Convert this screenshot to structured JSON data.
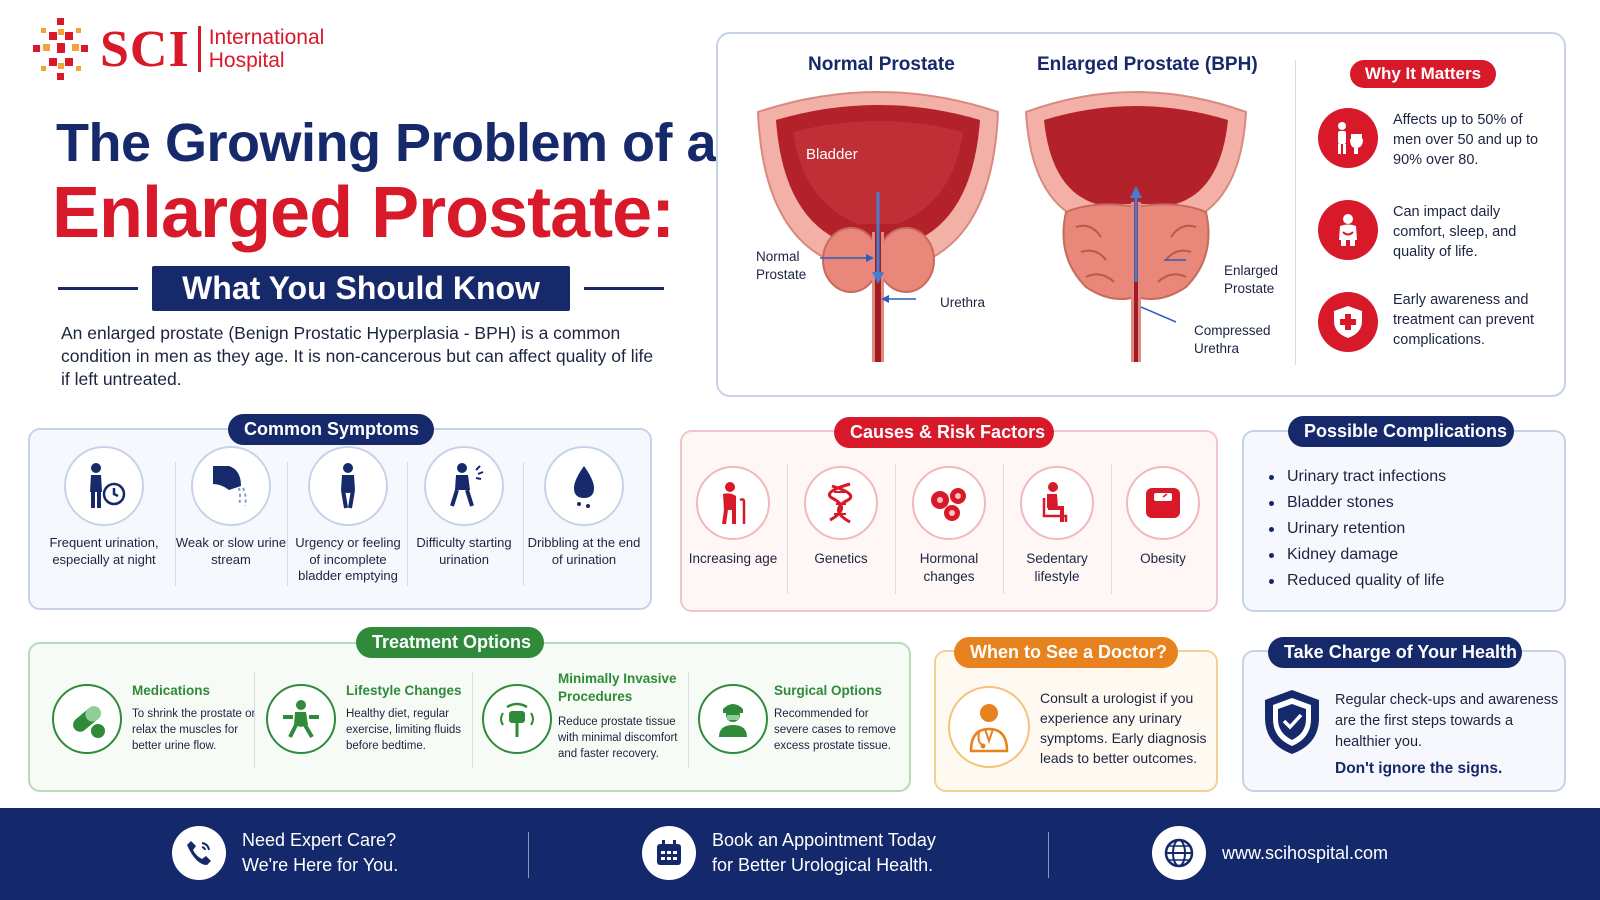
{
  "logo": {
    "brand": "SCI",
    "name_line1": "International",
    "name_line2": "Hospital"
  },
  "hero": {
    "title_line1": "The Growing Problem of an",
    "title_line2": "Enlarged Prostate:",
    "subtitle": "What You Should Know",
    "intro": "An enlarged prostate (Benign Prostatic Hyperplasia - BPH) is a common condition in men as they age. It is non-cancerous but can affect quality of life if left untreated."
  },
  "anatomy": {
    "normal": {
      "title": "Normal Prostate",
      "bladder": "Bladder",
      "prostate": [
        "Normal",
        "Prostate"
      ],
      "urethra": "Urethra"
    },
    "enlarged": {
      "title": "Enlarged Prostate (BPH)",
      "prostate": [
        "Enlarged",
        "Prostate"
      ],
      "urethra": [
        "Compressed",
        "Urethra"
      ]
    }
  },
  "why": {
    "title": "Why It Matters",
    "items": [
      {
        "icon": "toilet-person-icon",
        "text": "Affects up to 50% of men over 50 and up to 90% over 80."
      },
      {
        "icon": "discomfort-person-icon",
        "text": "Can impact daily comfort, sleep, and quality of life."
      },
      {
        "icon": "medical-shield-icon",
        "text": "Early awareness and treatment can prevent complications."
      }
    ]
  },
  "symptoms": {
    "title": "Common Symptoms",
    "items": [
      {
        "icon": "person-clock-icon",
        "text": "Frequent urination, especially at night"
      },
      {
        "icon": "weak-stream-icon",
        "text": "Weak or slow urine stream"
      },
      {
        "icon": "urgency-person-icon",
        "text": "Urgency or feeling of incomplete bladder emptying"
      },
      {
        "icon": "difficulty-person-icon",
        "text": "Difficulty starting urination"
      },
      {
        "icon": "droplet-icon",
        "text": "Dribbling at the end of urination"
      }
    ]
  },
  "causes": {
    "title": "Causes & Risk Factors",
    "items": [
      {
        "icon": "elderly-person-icon",
        "text": "Increasing age"
      },
      {
        "icon": "dna-icon",
        "text": "Genetics"
      },
      {
        "icon": "hormone-cells-icon",
        "text": "Hormonal changes"
      },
      {
        "icon": "sitting-person-icon",
        "text": "Sedentary lifestyle"
      },
      {
        "icon": "scale-icon",
        "text": "Obesity"
      }
    ]
  },
  "complications": {
    "title": "Possible Complications",
    "items": [
      "Urinary tract infections",
      "Bladder stones",
      "Urinary retention",
      "Kidney damage",
      "Reduced quality of life"
    ]
  },
  "treatment": {
    "title": "Treatment Options",
    "items": [
      {
        "icon": "pill-icon",
        "title": "Medications",
        "text": "To shrink the prostate or relax the muscles for better urine flow."
      },
      {
        "icon": "exercise-icon",
        "title": "Lifestyle Changes",
        "text": "Healthy diet, regular exercise, limiting fluids before bedtime."
      },
      {
        "icon": "laser-device-icon",
        "title": "Minimally Invasive Procedures",
        "text": "Reduce prostate tissue with minimal discomfort and faster recovery."
      },
      {
        "icon": "surgeon-icon",
        "title": "Surgical Options",
        "text": "Recommended for severe cases to remove excess prostate tissue."
      }
    ]
  },
  "doctor": {
    "title": "When to See a Doctor?",
    "icon": "doctor-icon",
    "text": "Consult a urologist if you experience any urinary symptoms. Early diagnosis leads to better outcomes."
  },
  "health": {
    "title": "Take Charge of Your Health",
    "icon": "shield-check-icon",
    "text": "Regular check-ups and awareness are the first steps towards a healthier you.",
    "cta": "Don't ignore the signs."
  },
  "footer": {
    "items": [
      {
        "icon": "phone-icon",
        "line1": "Need Expert Care?",
        "line2": "We're Here for You."
      },
      {
        "icon": "calendar-icon",
        "line1": "Book an Appointment Today",
        "line2": "for Better Urological Health."
      },
      {
        "icon": "globe-icon",
        "line1": "www.scihospital.com"
      }
    ]
  },
  "colors": {
    "navy": "#16296b",
    "red": "#d7192a",
    "green": "#2f8a3a",
    "orange": "#e8821e",
    "footer": "#13296b"
  }
}
